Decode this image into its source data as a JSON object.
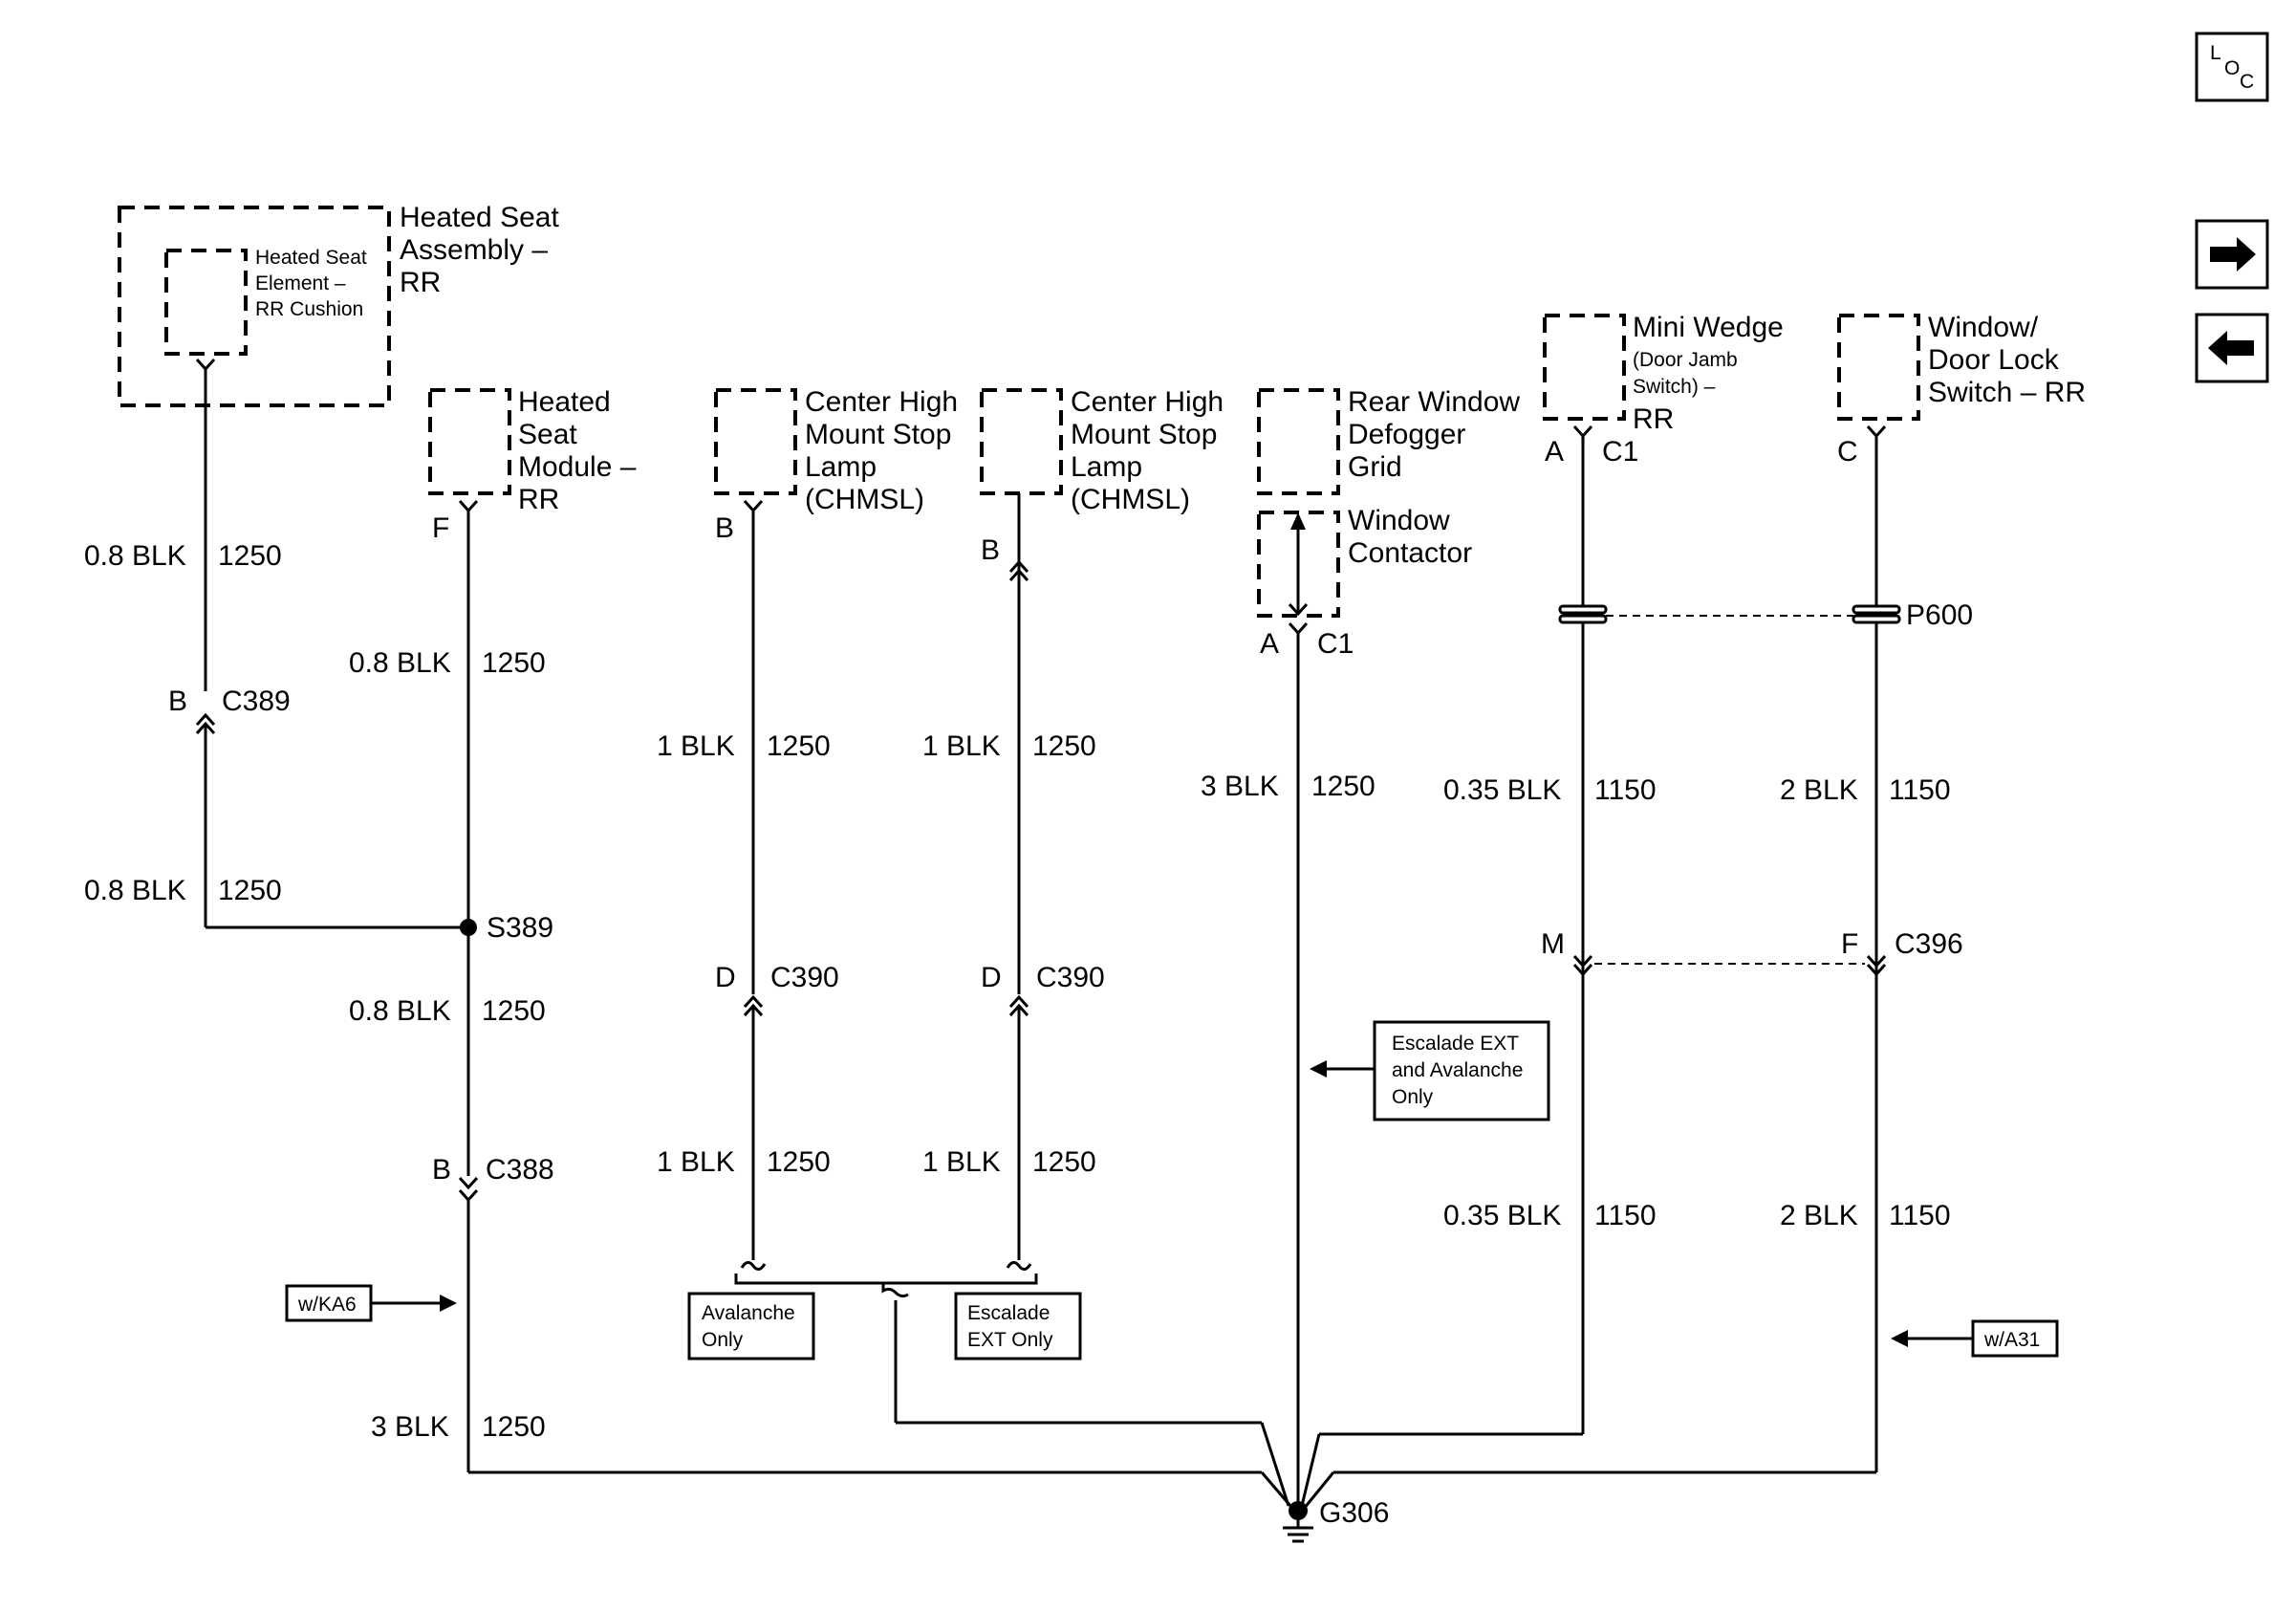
{
  "nav": {
    "loc_l": "L",
    "loc_o": "O",
    "loc_c": "C",
    "forward_icon": "arrow-right-icon",
    "back_icon": "arrow-left-icon"
  },
  "components": {
    "heated_seat_assembly": [
      "Heated Seat",
      "Assembly –",
      "RR"
    ],
    "heated_seat_element": [
      "Heated Seat",
      "Element –",
      "RR Cushion"
    ],
    "heated_seat_module": [
      "Heated",
      "Seat",
      "Module –",
      "RR"
    ],
    "chmsl_1": [
      "Center High",
      "Mount Stop",
      "Lamp",
      "(CHMSL)"
    ],
    "chmsl_2": [
      "Center High",
      "Mount Stop",
      "Lamp",
      "(CHMSL)"
    ],
    "rear_defogger": [
      "Rear Window",
      "Defogger",
      "Grid"
    ],
    "window_contactor": [
      "Window",
      "Contactor"
    ],
    "mini_wedge_title": "Mini Wedge",
    "mini_wedge_sub": [
      "(Door Jamb",
      "Switch) –"
    ],
    "mini_wedge_rr": "RR",
    "window_door_lock": [
      "Window/",
      "Door Lock",
      "Switch – RR"
    ]
  },
  "pins": {
    "F": "F",
    "B": "B",
    "A": "A",
    "C": "C",
    "D": "D",
    "M": "M",
    "C1": "C1"
  },
  "connectors": {
    "C389": "C389",
    "S389": "S389",
    "C388": "C388",
    "C390": "C390",
    "P600": "P600",
    "C396": "C396",
    "G306": "G306"
  },
  "wires": {
    "w08blk": "0.8 BLK",
    "w1blk": "1 BLK",
    "w3blk": "3 BLK",
    "w035blk": "0.35 BLK",
    "w2blk": "2 BLK",
    "c1250": "1250",
    "c1150": "1150"
  },
  "notes": {
    "escalade_avalanche": [
      "Escalade EXT",
      "and Avalanche",
      "Only"
    ],
    "avalanche_only": [
      "Avalanche",
      "Only"
    ],
    "escalade_only": [
      "Escalade",
      "EXT Only"
    ],
    "wka6": "w/KA6",
    "wa31": "w/A31"
  }
}
